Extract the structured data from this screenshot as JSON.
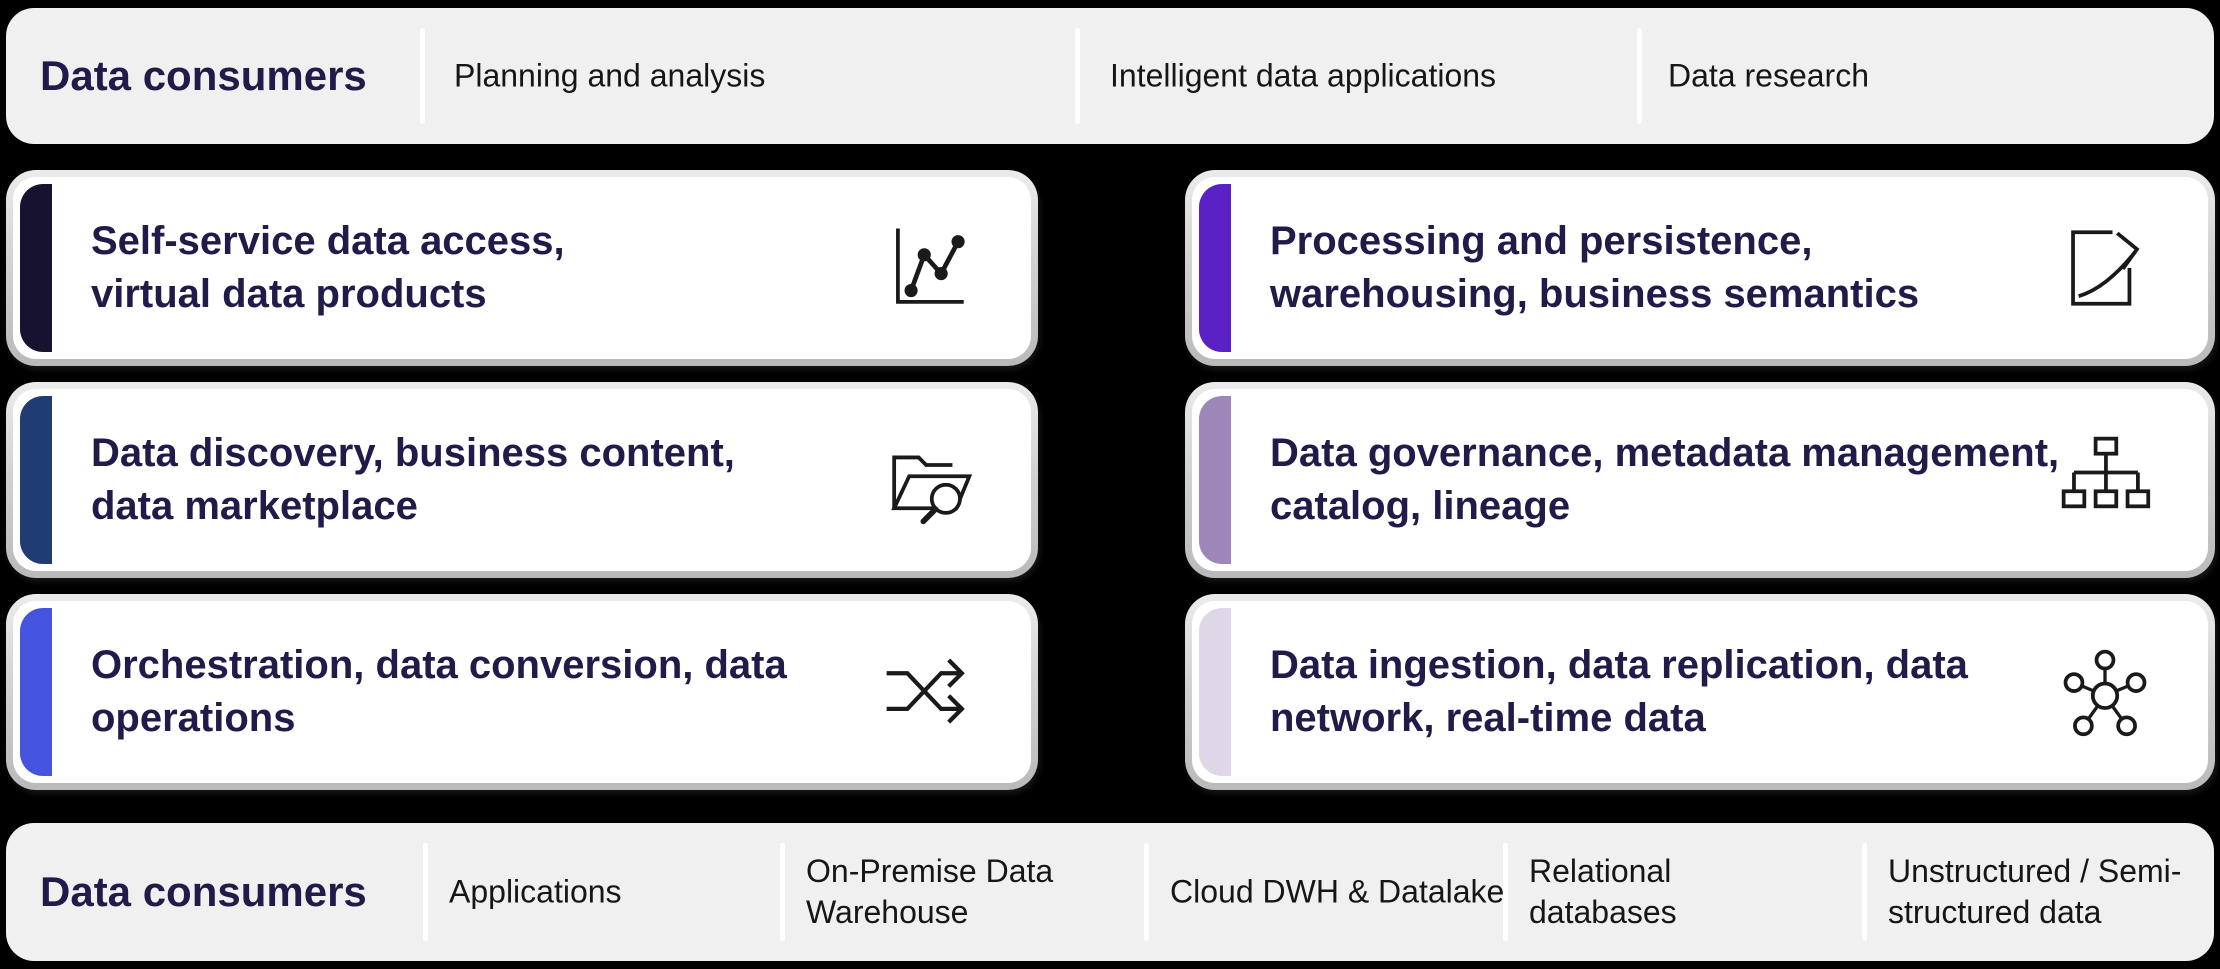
{
  "top_bar": {
    "title": "Data consumers",
    "items": [
      {
        "label": "Planning and analysis"
      },
      {
        "label": "Intelligent data applications"
      },
      {
        "label": "Data research"
      }
    ]
  },
  "cards": [
    {
      "line1": "Self-service data access,",
      "line2": "virtual data products",
      "accent_color": "#17122f",
      "icon": "line-chart-icon"
    },
    {
      "line1": "Data discovery, business content,",
      "line2": "data marketplace",
      "accent_color": "#1f3d73",
      "icon": "folder-search-icon"
    },
    {
      "line1": "Orchestration, data conversion, data",
      "line2": "operations",
      "accent_color": "#4554de",
      "icon": "shuffle-icon"
    },
    {
      "line1": "Processing and persistence,",
      "line2": "warehousing, business semantics",
      "accent_color": "#5a22c4",
      "icon": "share-arrow-icon"
    },
    {
      "line1": "Data governance, metadata management,",
      "line2": "catalog, lineage",
      "accent_color": "#9d86b8",
      "icon": "org-chart-icon"
    },
    {
      "line1": "Data ingestion, data replication, data",
      "line2": "network, real-time data",
      "accent_color": "#ded7e7",
      "icon": "network-hub-icon"
    }
  ],
  "bottom_bar": {
    "title": "Data consumers",
    "items": [
      {
        "label": "Applications"
      },
      {
        "label": "On-Premise Data Warehouse"
      },
      {
        "label": "Cloud DWH & Datalake"
      },
      {
        "label": "Relational databases"
      },
      {
        "label": "Unstructured / Semi-structured data"
      }
    ]
  },
  "colors": {
    "background": "#000000",
    "bar_background": "#f0f0f0",
    "card_background": "#ffffff",
    "card_frame": "#cccccc",
    "heading_text": "#211b4a",
    "item_text": "#161616",
    "icon_stroke": "#1a1a1a"
  }
}
